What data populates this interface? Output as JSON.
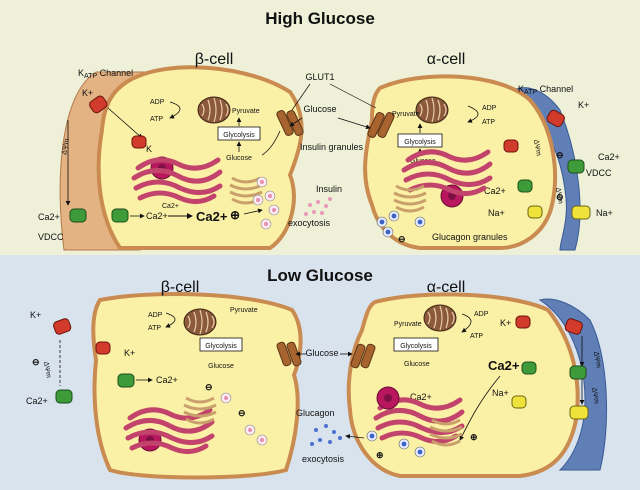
{
  "top": {
    "title": "High Glucose",
    "beta": {
      "name": "β-cell",
      "katp": "K",
      "katp_sub": "ATP",
      "katp_suffix": " Channel",
      "k_out": "K+",
      "dpsi": "ΔΨm",
      "ca_out": "Ca2+",
      "vdcc": "VDCC",
      "adp": "ADP",
      "atp": "ATP",
      "k_in": "K",
      "pyruvate": "Pyruvate",
      "glycolysis": "Glycolysis",
      "glucose_in": "Glucose",
      "ca_mito": "Ca2+",
      "ca_in1": "Ca2+",
      "ca_big": "Ca2+",
      "plus": "⊕",
      "insulin_granules": "Insulin\ngranules",
      "insulin": "Insulin",
      "exocytosis": "exocytosis"
    },
    "middle": {
      "glut1": "GLUT1",
      "glucose": "Glucose"
    },
    "alpha": {
      "name": "α-cell",
      "katp": "K",
      "katp_sub": "ATP",
      "katp_suffix": " Channel",
      "k_out": "K+",
      "dpsi1": "ΔΨm",
      "dpsi2": "ΔΨm",
      "ca_out": "Ca2+",
      "vdcc": "VDCC",
      "na_out": "Na+",
      "adp": "ADP",
      "atp": "ATP",
      "pyruvate": "Pyruvate",
      "glycolysis": "Glycolysis",
      "glucose_in": "Glucose",
      "ca_in": "Ca2+",
      "na_in": "Na+",
      "minus": "⊖",
      "glucagon_granules": "Glucagon granules"
    }
  },
  "bottom": {
    "title": "Low Glucose",
    "beta": {
      "name": "β-cell",
      "k_out": "K+",
      "dpsi": "ΔΨm",
      "ca_out": "Ca2+",
      "adp": "ADP",
      "atp": "ATP",
      "k_in": "K+",
      "pyruvate": "Pyruvate",
      "glycolysis": "Glycolysis",
      "glucose_in": "Glucose",
      "ca_in": "Ca2+",
      "minus": "⊖"
    },
    "middle": {
      "glucose": "Glucose"
    },
    "alpha": {
      "name": "α-cell",
      "adp": "ADP",
      "atp": "ATP",
      "k_in": "K+",
      "pyruvate": "Pyruvate",
      "glycolysis": "Glycolysis",
      "glucose_in": "Glucose",
      "ca_big": "Ca2+",
      "ca_in": "Ca2+",
      "na_in": "Na+",
      "dpsi1": "ΔΨm",
      "dpsi2": "ΔΨm",
      "plus": "⊕",
      "glucagon": "Glucagon",
      "exocytosis": "exocytosis"
    }
  },
  "colors": {
    "top_bg": "#eef0d8",
    "bottom_bg": "#d9e3ee",
    "cell_fill": "#fbf1a6",
    "membrane": "#c98b50",
    "beta_tissue": "#e3b383",
    "alpha_tissue": "#5f7fb6",
    "channel_red": "#d23a2b",
    "channel_green": "#3e9b3a",
    "channel_yellow": "#efe23a",
    "transporter": "#a8642e",
    "mito": "#8b5a3c",
    "er": "#c2436b",
    "nucleus": "#b8175e"
  }
}
